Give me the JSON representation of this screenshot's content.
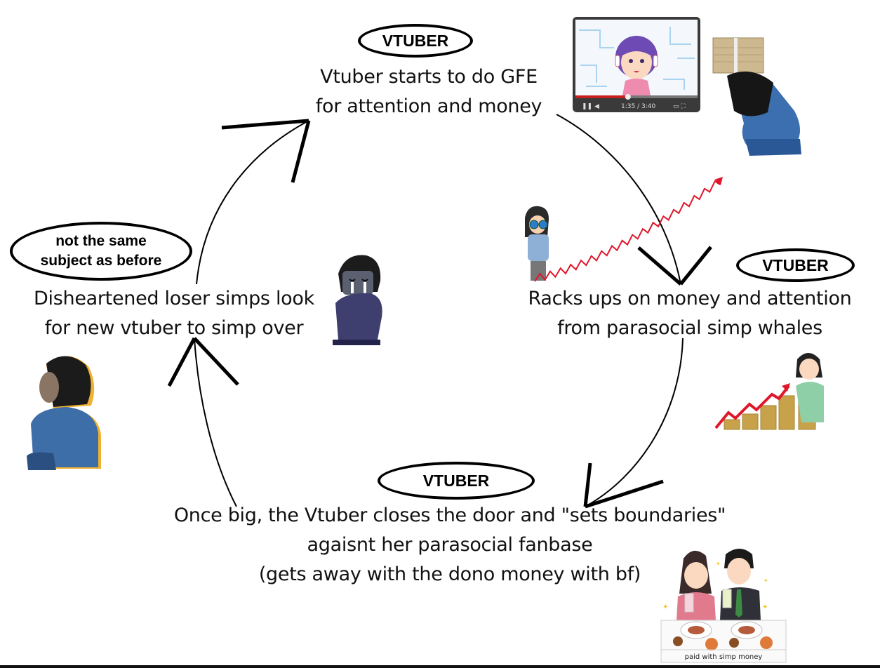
{
  "diagram": {
    "type": "cycle",
    "nodes": [
      {
        "id": "gfe",
        "badge": "VTUBER",
        "lines": [
          "Vtuber starts to do GFE",
          "for attention and money"
        ]
      },
      {
        "id": "racks",
        "badge": "VTUBER",
        "lines": [
          "Racks ups on money and attention",
          "from parasocial simp whales"
        ]
      },
      {
        "id": "boundaries",
        "badge": "VTUBER",
        "lines": [
          "Once big, the Vtuber closes the door and \"sets boundaries\"",
          "agaisnt her parasocial fanbase",
          "(gets away with the dono money with bf)"
        ]
      },
      {
        "id": "simps",
        "badge_lines": [
          "not the same",
          "subject as before"
        ],
        "lines": [
          "Disheartened loser simps look",
          "for new vtuber to simp over"
        ]
      }
    ],
    "edges": [
      {
        "from": "gfe",
        "to": "racks"
      },
      {
        "from": "racks",
        "to": "boundaries"
      },
      {
        "from": "boundaries",
        "to": "simps"
      },
      {
        "from": "simps",
        "to": "gfe"
      }
    ]
  },
  "illustrations": {
    "video_player": {
      "icon": "video-player-vtuber",
      "time": "1:35 / 3:40",
      "progress": 0.43
    },
    "kneeling_offering": {
      "icon": "person-kneeling-offering-money-stack"
    },
    "binoculars": {
      "icon": "person-with-binoculars"
    },
    "rising_line": {
      "icon": "rising-zigzag-red-arrow"
    },
    "coins_growth": {
      "icon": "person-with-growing-coin-stacks"
    },
    "couple_dinner": {
      "icon": "couple-toasting-dinner",
      "caption": "paid with simp money"
    },
    "crying": {
      "icon": "crying-person-hugging-knees"
    },
    "sitting_back": {
      "icon": "person-sitting-from-back"
    }
  },
  "colors": {
    "ink": "#000000",
    "accent_red": "#e0162b",
    "player_bar": "#3a3a3a",
    "player_progress": "#c81e1e",
    "shirt_blue": "#3e73b5",
    "hair": "#1b1b1b",
    "coin_gold": "#c8a24a"
  }
}
